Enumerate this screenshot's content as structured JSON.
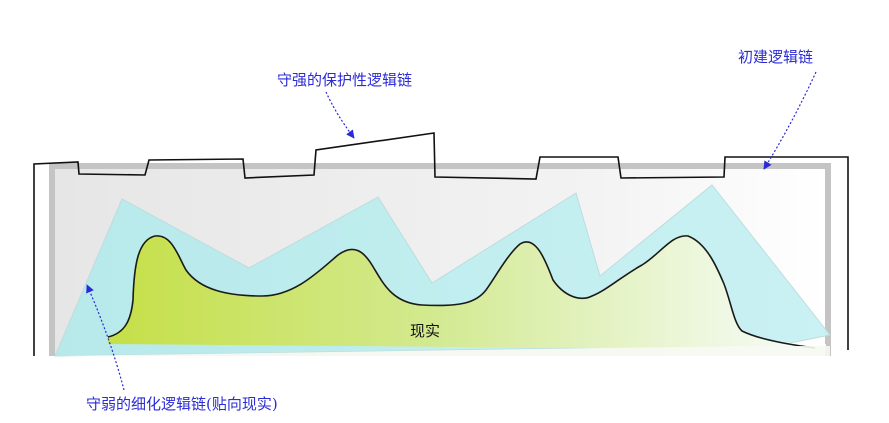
{
  "labels": {
    "protective_chain": "守强的保护性逻辑链",
    "initial_chain": "初建逻辑链",
    "refined_chain": "守弱的细化逻辑链(贴向现实)",
    "reality": "现实"
  },
  "colors": {
    "annotation_blue": "#2b2bd6",
    "outline": "#111111",
    "frame_gray": "#c4c4c4",
    "cyan_region": "#b8ecee",
    "reality_fill": "#cde35a"
  }
}
